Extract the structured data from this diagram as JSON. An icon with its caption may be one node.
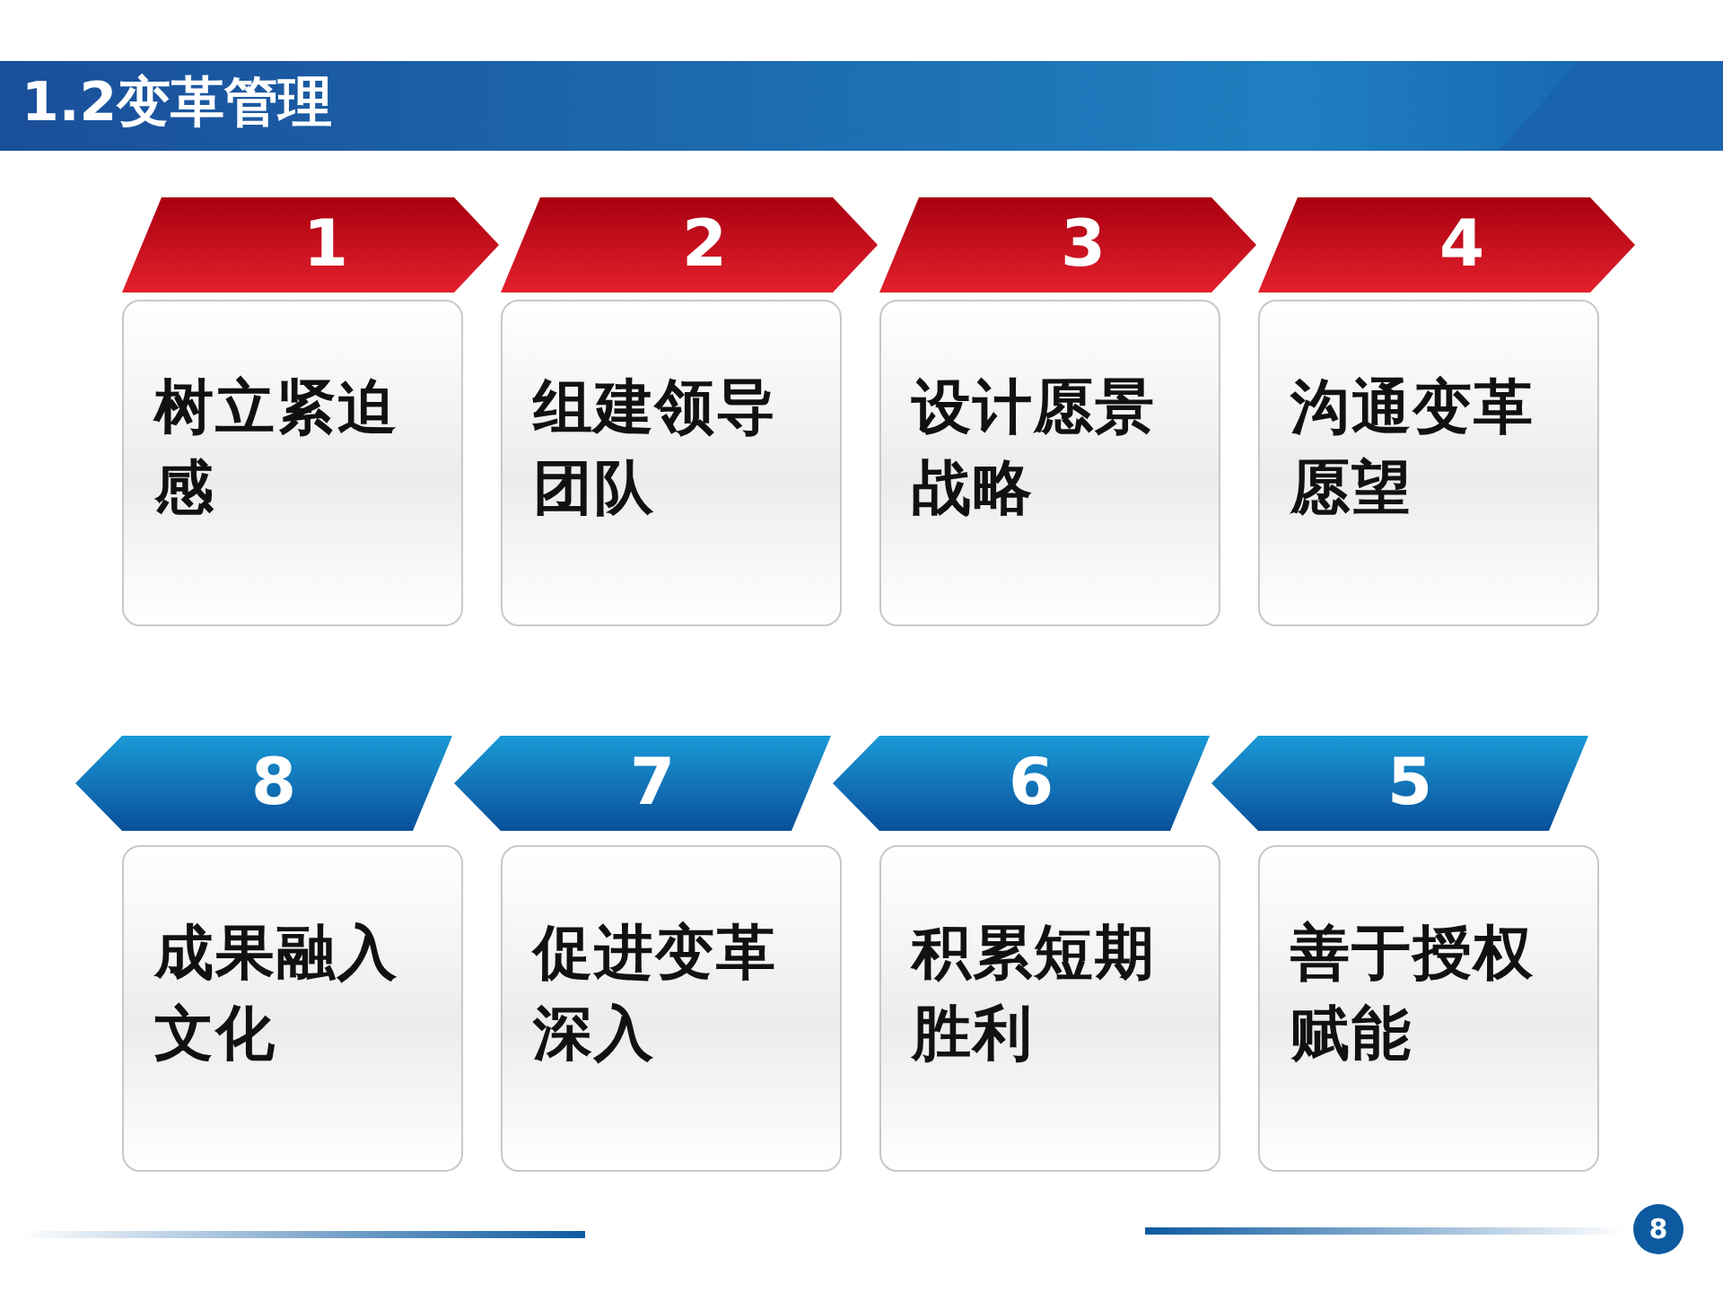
{
  "diagram": {
    "title": "1.2变革管理",
    "nodes": [
      {
        "text": [
          "1"
        ]
      },
      {
        "text": [
          "2"
        ]
      },
      {
        "text": [
          "3"
        ]
      },
      {
        "text": [
          "4"
        ]
      },
      {
        "text": [
          "树立紧迫感"
        ]
      },
      {
        "text": [
          "组建领导团队"
        ]
      },
      {
        "text": [
          "设计愿景战略"
        ]
      },
      {
        "text": [
          "沟通变革愿望"
        ]
      },
      {
        "text": [
          "8"
        ]
      },
      {
        "text": [
          "7"
        ]
      },
      {
        "text": [
          "6"
        ]
      },
      {
        "text": [
          "5"
        ]
      },
      {
        "text": [
          "成果融入文化"
        ]
      },
      {
        "text": [
          "促进变革深入"
        ]
      },
      {
        "text": [
          "积累短期胜利"
        ]
      },
      {
        "text": [
          "善于授权赋能"
        ]
      }
    ],
    "labels": [
      "8"
    ]
  }
}
